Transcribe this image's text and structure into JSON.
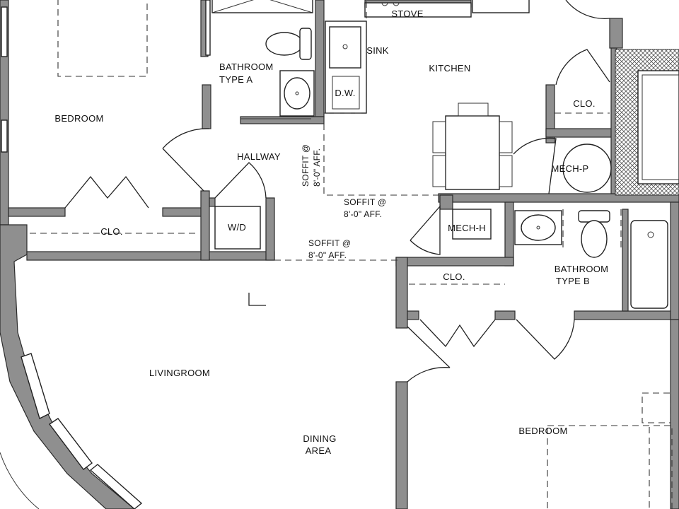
{
  "rooms": {
    "bedroom_1": "BEDROOM",
    "bathroom_a_line1": "BATHROOM",
    "bathroom_a_line2": "TYPE A",
    "hallway": "HALLWAY",
    "kitchen": "KITCHEN",
    "stove": "STOVE",
    "sink": "SINK",
    "dishwasher": "D.W.",
    "closet_1": "CLO.",
    "washer_dryer": "W/D",
    "closet_2": "CLO.",
    "mech_p": "MECH-P",
    "mech_h": "MECH-H",
    "closet_3": "CLO.",
    "bathroom_b_line1": "BATHROOM",
    "bathroom_b_line2": "TYPE B",
    "livingroom": "LIVINGROOM",
    "dining_line1": "DINING",
    "dining_line2": "AREA",
    "bedroom_2": "BEDROOM"
  },
  "soffits": {
    "vertical_line1": "SOFFIT @",
    "vertical_line2": "8'-0\" AFF.",
    "middle_line1": "SOFFIT @",
    "middle_line2": "8'-0\" AFF.",
    "lower_line1": "SOFFIT @",
    "lower_line2": "8'-0\" AFF."
  },
  "colors": {
    "wall_fill": "#8f8f8f",
    "line": "#222222",
    "background": "#ffffff"
  }
}
